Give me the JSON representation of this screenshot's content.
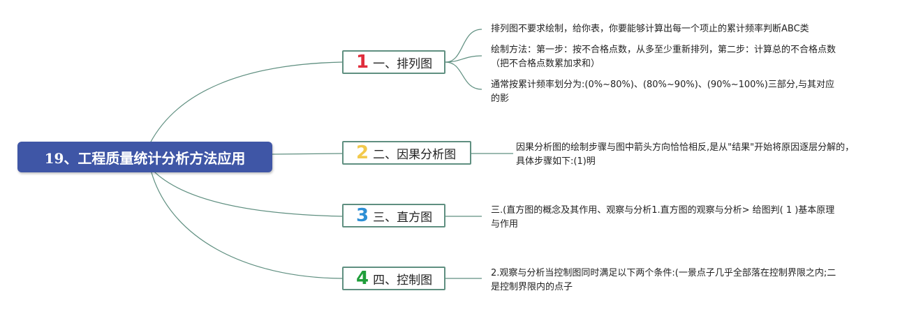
{
  "root": {
    "label": "19、工程质量统计分析方法应用"
  },
  "branches": [
    {
      "number": "1",
      "color": "#e02d3c",
      "label": "一、排列图"
    },
    {
      "number": "2",
      "color": "#f2c94c",
      "label": "二、因果分析图"
    },
    {
      "number": "3",
      "color": "#2d8fd5",
      "label": "三、直方图"
    },
    {
      "number": "4",
      "color": "#1f9e3a",
      "label": "四、控制图"
    }
  ],
  "leaves": [
    {
      "text": "排列图不要求绘制，给你表，你要能够计算出每一个项止的累计频率判断ABC类"
    },
    {
      "text": "绘制方法：第一步：按不合格点数，从多至少重新排列，第二步：计算总的不合格点数（把不合格点数累加求和）"
    },
    {
      "text": "通常按累计频率划分为:(0%~80%)、(80%~90%)、(90%~100%)三部分,与其对应的影"
    },
    {
      "text": "因果分析图的绘制步骤与图中箭头方向恰恰相反,是从\"结果\"开始将原因逐层分解的，具体步骤如下:(1)明"
    },
    {
      "text": "三.(直方图的概念及其作用、观察与分析1.直方图的观察与分析> 给图判( 1 )基本原理与作用"
    },
    {
      "text": "2.观察与分析当控制图同时满足以下两个条件:(一景点子几乎全部落在控制界限之内;二是控制界限内的点子"
    }
  ],
  "colors": {
    "root_bg": "#3f56a6",
    "connector": "#5f8f80"
  }
}
